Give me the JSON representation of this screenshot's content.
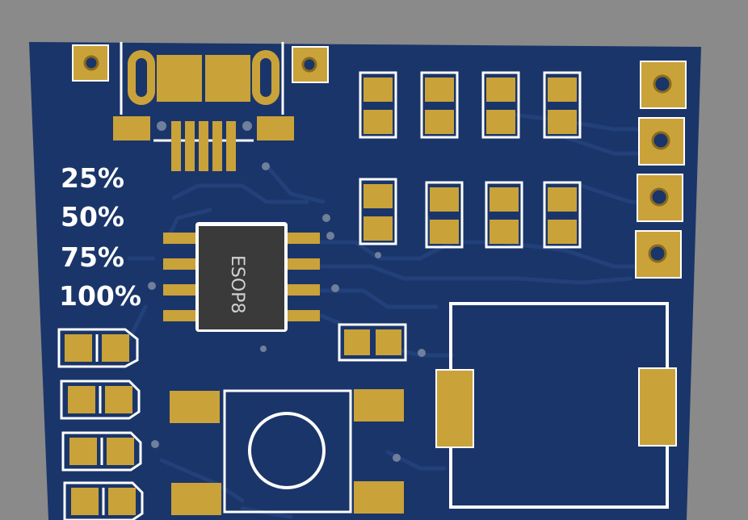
{
  "board": {
    "chip_label": "ESOP8",
    "level_labels": [
      "25%",
      "50%",
      "75%",
      "100%"
    ],
    "colors": {
      "background": "#8a8a8a",
      "pcb": "#1a3569",
      "trace": "#22407a",
      "pad": "#c9a23a",
      "silkscreen": "#ffffff",
      "chip_body": "#3a3a3a"
    }
  }
}
